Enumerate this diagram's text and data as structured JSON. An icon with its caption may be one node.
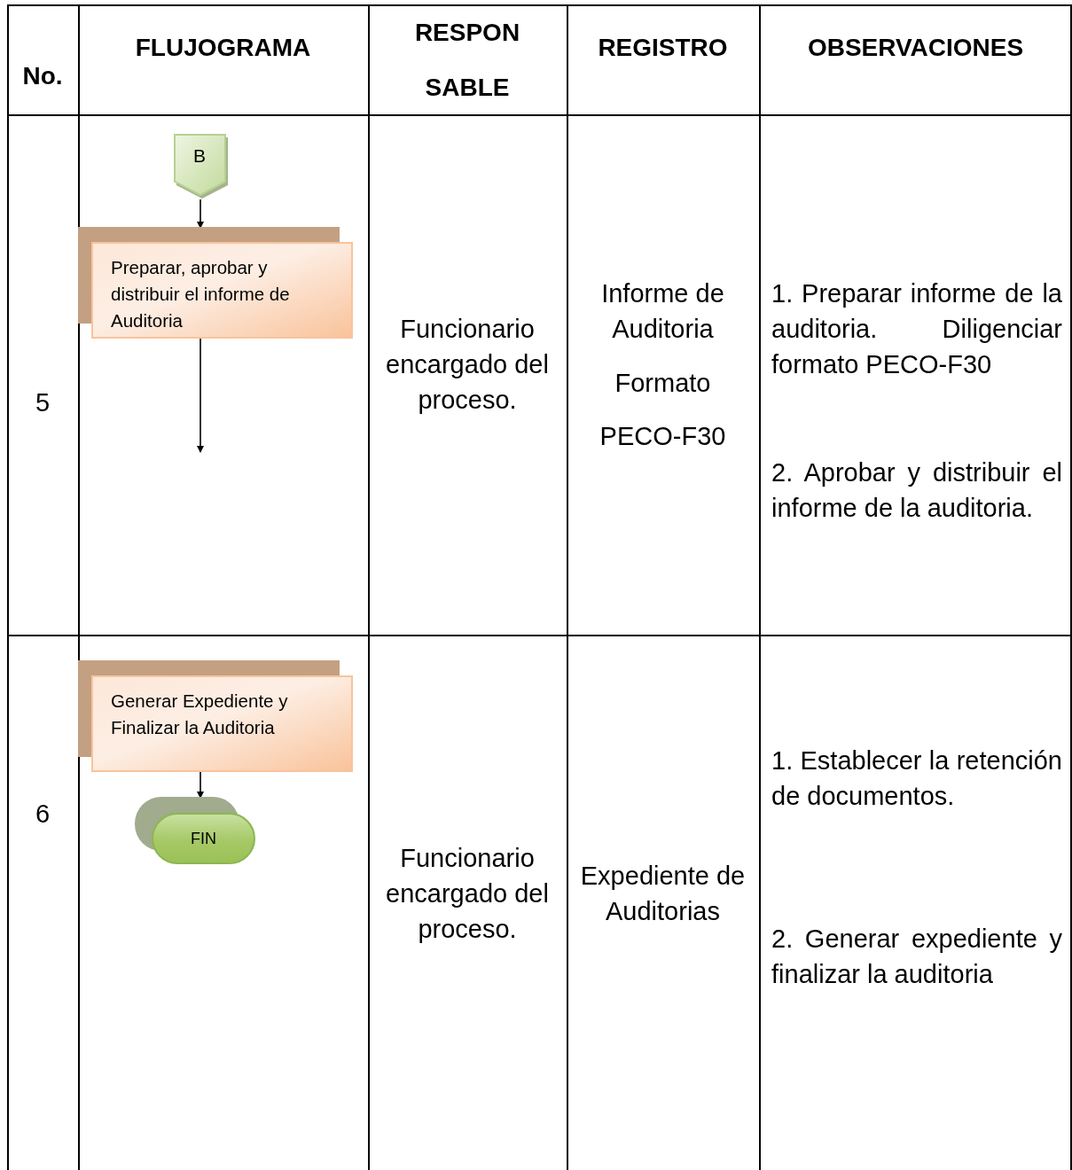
{
  "diagram": {
    "nodes": [
      {
        "text": [
          "B"
        ]
      },
      {
        "text": [
          "Preparar, aprobar y distribuir el informe de Auditoria"
        ]
      },
      {
        "text": [
          "Generar Expediente y Finalizar la Auditoria"
        ]
      },
      {
        "text": [
          "FIN"
        ]
      }
    ],
    "edges": [
      {
        "from": 0,
        "to": 1,
        "arrow": "to"
      },
      {
        "from": 1,
        "to": null,
        "arrow": "to"
      },
      {
        "from": 2,
        "to": 3,
        "arrow": "to"
      }
    ],
    "labels": [
      "No.",
      "FLUJOGRAMA",
      "RESPON SABLE",
      "REGISTRO",
      "OBSERVACIONES",
      "5",
      "Funcionario encargado del proceso.",
      "Informe de Auditoria",
      "Formato",
      "PECO-F30",
      "1. Preparar informe de la auditoria. Diligenciar formato PECO-F30",
      "2. Aprobar y distribuir el informe de la auditoria.",
      "6",
      "Funcionario encargado del proceso.",
      "Expediente de Auditorias",
      "1. Establecer la retención de documentos.",
      "2. Generar expediente y finalizar la auditoria"
    ]
  }
}
